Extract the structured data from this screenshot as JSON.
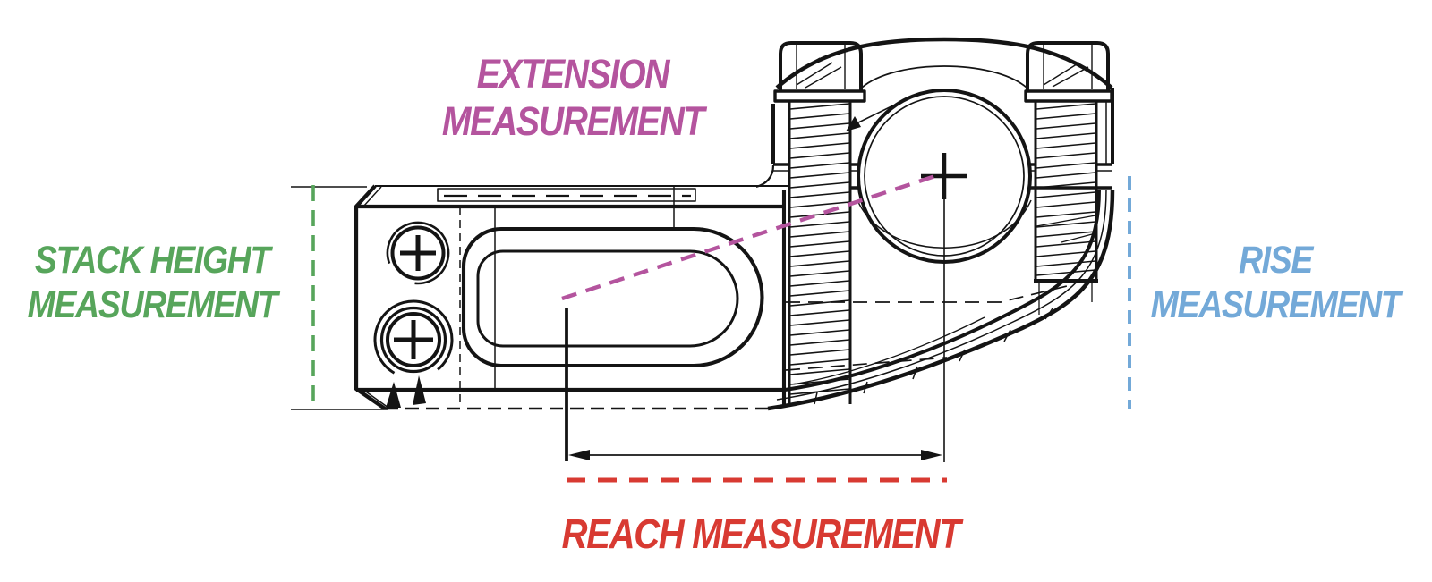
{
  "labels": {
    "extension": {
      "line1": "EXTENSION",
      "line2": "MEASUREMENT",
      "color": "#b4549e"
    },
    "stack_height": {
      "line1": "STACK HEIGHT",
      "line2": "MEASUREMENT",
      "color": "#57a55b"
    },
    "rise": {
      "line1": "RISE",
      "line2": "MEASUREMENT",
      "color": "#73a9d8"
    },
    "reach": {
      "line1": "REACH MEASUREMENT",
      "color": "#d83a32"
    }
  },
  "line_art_color": "#141414",
  "icons": {
    "crosshair": "handlebar-center-crosshair",
    "dimension_arrows": "reach-dimension-double-arrow"
  }
}
